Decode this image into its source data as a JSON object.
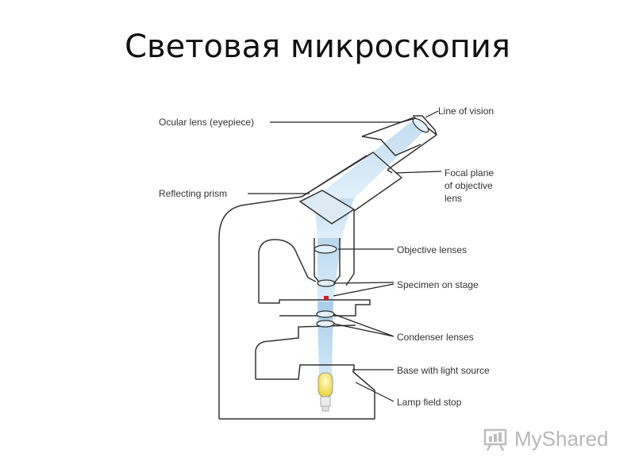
{
  "title": "Световая микроскопия",
  "labels": {
    "ocular": "Ocular lens (eyepiece)",
    "line_of_vision": "Line of vision",
    "focal_1": "Focal plane",
    "focal_2": "of objective",
    "focal_3": "lens",
    "prism": "Reflecting prism",
    "objective": "Objective lenses",
    "specimen": "Specimen on stage",
    "condenser": "Condenser lenses",
    "base": "Base with light source",
    "lamp": "Lamp field stop"
  },
  "watermark": {
    "text": "MyShared",
    "icon": "myshared-logo-icon"
  },
  "colors": {
    "light_beam": "#b9d8ee",
    "lamp": "#f2e24a",
    "specimen": "#d22020",
    "outline": "#333333"
  }
}
